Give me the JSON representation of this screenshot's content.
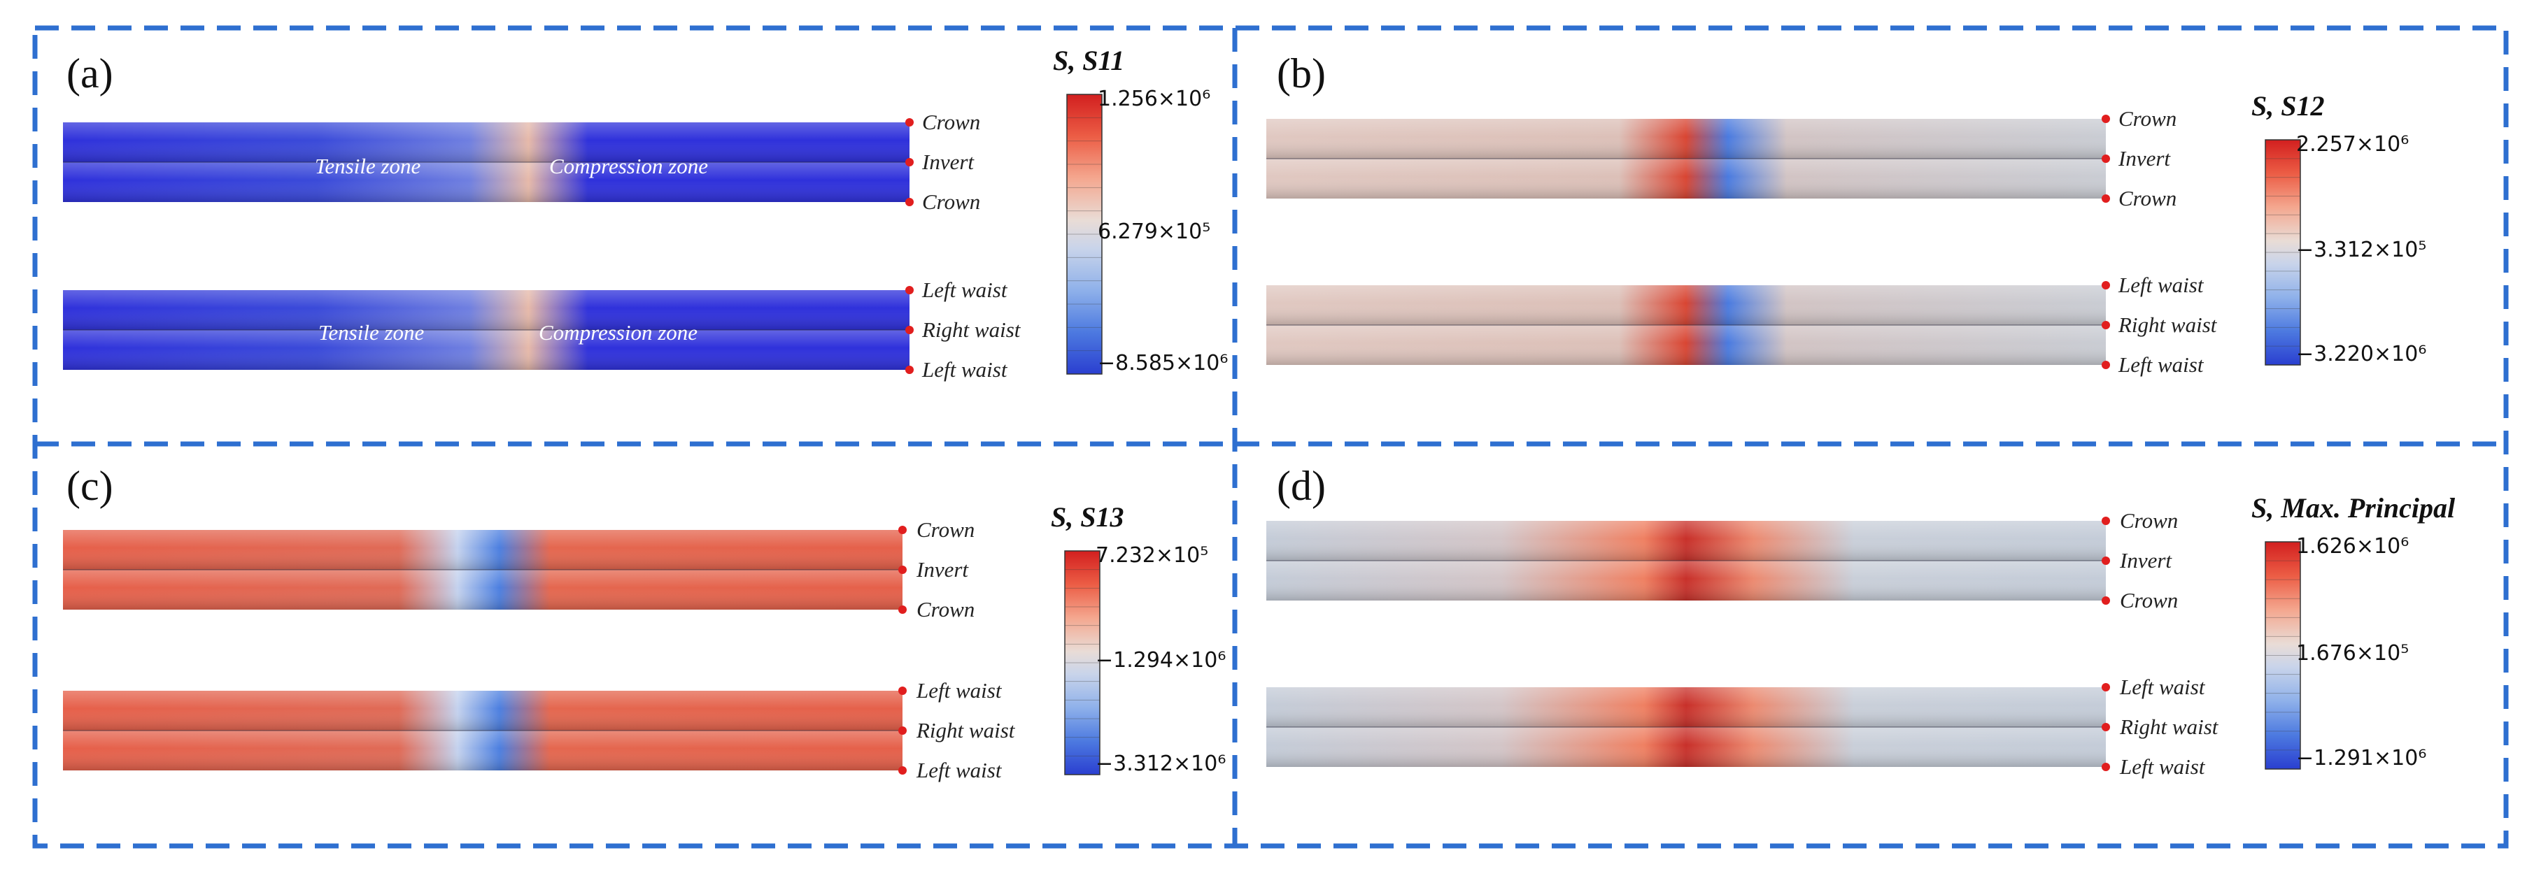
{
  "colors": {
    "frame": "#2e6fd0",
    "blue_deep": "#2a2ed8",
    "red_deep": "#d22a22",
    "grey_mid": "#c9ccd3",
    "marker": "#e11e1e"
  },
  "panels": [
    {
      "label": "(a)",
      "legend_title": "S, S11",
      "legend_ticks": [
        "1.256×10⁶",
        "6.279×10⁵",
        "−8.585×10⁶"
      ],
      "upper_stations": [
        "Crown",
        "Invert",
        "Crown"
      ],
      "lower_stations": [
        "Left waist",
        "Right waist",
        "Left waist"
      ],
      "zones_upper": [
        "Tensile zone",
        "Compression zone"
      ],
      "zones_lower": [
        "Tensile zone",
        "Compression zone"
      ],
      "base_color": "#2f31db",
      "contour": "blue_dominant"
    },
    {
      "label": "(b)",
      "legend_title": "S, S12",
      "legend_ticks": [
        "2.257×10⁶",
        "−3.312×10⁵",
        "−3.220×10⁶"
      ],
      "upper_stations": [
        "Crown",
        "Invert",
        "Crown"
      ],
      "lower_stations": [
        "Left waist",
        "Right waist",
        "Left waist"
      ],
      "zones_upper": [],
      "zones_lower": [],
      "base_color": "#dcc3bd",
      "contour": "neutral_mixed"
    },
    {
      "label": "(c)",
      "legend_title": "S, S13",
      "legend_ticks": [
        "7.232×10⁵",
        "−1.294×10⁶",
        "−3.312×10⁶"
      ],
      "upper_stations": [
        "Crown",
        "Invert",
        "Crown"
      ],
      "lower_stations": [
        "Left waist",
        "Right waist",
        "Left waist"
      ],
      "zones_upper": [],
      "zones_lower": [],
      "base_color": "#e5604a",
      "contour": "red_dominant"
    },
    {
      "label": "(d)",
      "legend_title": "S, Max. Principal",
      "legend_ticks": [
        "1.626×10⁶",
        "1.676×10⁵",
        "−1.291×10⁶"
      ],
      "upper_stations": [
        "Crown",
        "Invert",
        "Crown"
      ],
      "lower_stations": [
        "Left waist",
        "Right waist",
        "Left waist"
      ],
      "zones_upper": [],
      "zones_lower": [],
      "base_color": "#c4ccd8",
      "contour": "grey_mixed"
    }
  ]
}
